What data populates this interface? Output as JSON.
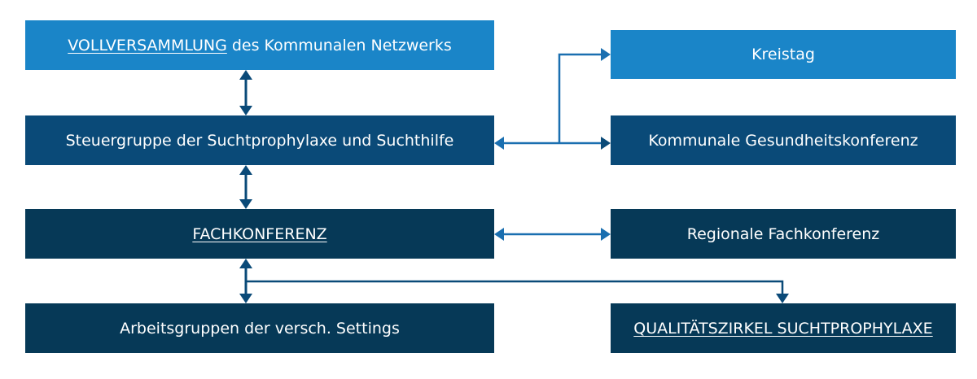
{
  "diagram": {
    "colors": {
      "light_blue": "#1a85c8",
      "mid_blue": "#0a4a78",
      "dark_blue": "#063957",
      "arrow": "#1a6fb0",
      "arrow_dark": "#0a4a78"
    },
    "vollversammlung": {
      "link": "VOLLVERSAMMLUNG",
      "rest": " des Kommunalen Netzwerks"
    },
    "steuergruppe": {
      "label": "Steuergruppe der Suchtprophylaxe und Suchthilfe"
    },
    "fachkonferenz": {
      "link": "FACHKONFERENZ"
    },
    "arbeitsgruppen": {
      "label": "Arbeitsgruppen der versch. Settings"
    },
    "kreistag": {
      "label": "Kreistag"
    },
    "gesundheitskonferenz": {
      "label": "Kommunale Gesundheitskonferenz"
    },
    "regional": {
      "label": "Regionale Fachkonferenz"
    },
    "qualitaetszirkel": {
      "link": "QUALITÄTSZIRKEL SUCHTPROPHYLAXE"
    }
  }
}
